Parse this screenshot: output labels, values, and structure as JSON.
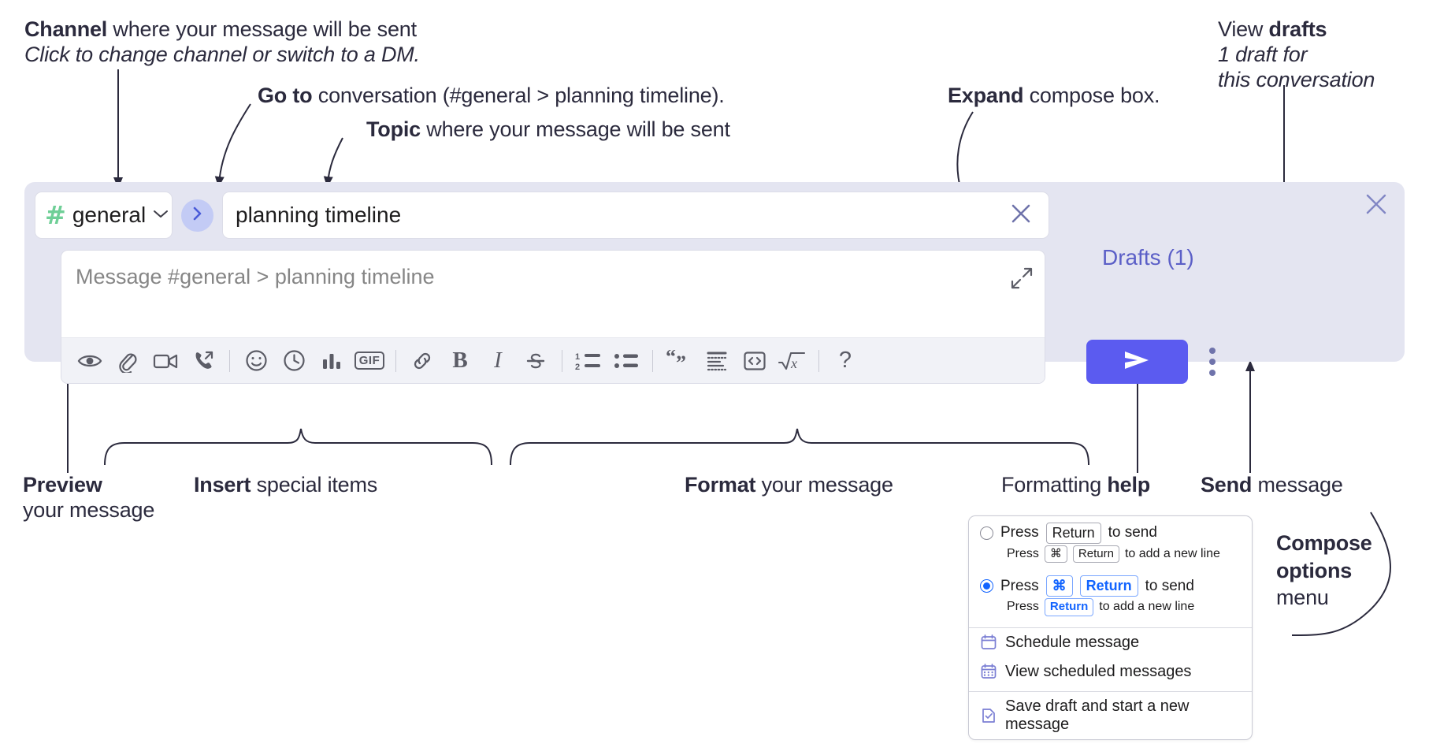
{
  "annotations": {
    "channel": {
      "bold": "Channel",
      "rest": " where your message will be sent",
      "italic": "Click to change channel or switch to a DM."
    },
    "goto": {
      "bold": "Go to",
      "rest": " conversation (#general > planning timeline)."
    },
    "topic": {
      "bold": "Topic",
      "rest": " where your message will be sent"
    },
    "expand": {
      "bold": "Expand",
      "rest": " compose box."
    },
    "drafts": {
      "rest": "View ",
      "bold": "drafts",
      "italic1": "1 draft for",
      "italic2": "this conversation"
    },
    "preview": {
      "bold": "Preview",
      "line2": "your message"
    },
    "insert": {
      "bold": "Insert",
      "rest": " special items"
    },
    "format": {
      "bold": "Format",
      "rest": " your message"
    },
    "help": {
      "rest": "Formatting ",
      "bold": "help"
    },
    "send": {
      "bold": "Send",
      "rest": " message"
    },
    "compose_options": {
      "bold1": "Compose",
      "bold2": "options",
      "line3": "menu"
    }
  },
  "compose": {
    "channel": {
      "hash": "#",
      "name": "general",
      "chevron_icon": "chevron-down-icon"
    },
    "goto_button": {
      "icon": "chevron-right-icon"
    },
    "topic": {
      "value": "planning timeline",
      "clear_icon": "close-icon"
    },
    "message": {
      "placeholder": "Message #general > planning timeline",
      "value": "",
      "expand_icon": "expand-icon"
    },
    "close_icon": "close-icon",
    "drafts_label": "Drafts (1)",
    "send_icon": "send-icon",
    "kebab_icon": "more-options-icon",
    "toolbar": [
      {
        "name": "preview-button",
        "icon": "eye-icon"
      },
      {
        "name": "attach-file-button",
        "icon": "paperclip-icon"
      },
      {
        "name": "record-video-button",
        "icon": "video-camera-icon"
      },
      {
        "name": "record-audio-button",
        "icon": "phone-arrow-icon"
      },
      {
        "name": "separator-1",
        "icon": "separator"
      },
      {
        "name": "emoji-button",
        "icon": "emoji-smiley-icon"
      },
      {
        "name": "mention-time-button",
        "icon": "clock-icon"
      },
      {
        "name": "poll-button",
        "icon": "bar-chart-icon"
      },
      {
        "name": "gif-button",
        "icon": "gif-icon",
        "label": "GIF"
      },
      {
        "name": "separator-2",
        "icon": "separator"
      },
      {
        "name": "link-button",
        "icon": "link-icon"
      },
      {
        "name": "bold-button",
        "icon": "bold-icon",
        "label": "B"
      },
      {
        "name": "italic-button",
        "icon": "italic-icon",
        "label": "I"
      },
      {
        "name": "strikethrough-button",
        "icon": "strikethrough-icon"
      },
      {
        "name": "separator-3",
        "icon": "separator"
      },
      {
        "name": "ordered-list-button",
        "icon": "ordered-list-icon"
      },
      {
        "name": "bulleted-list-button",
        "icon": "bulleted-list-icon"
      },
      {
        "name": "separator-4",
        "icon": "separator"
      },
      {
        "name": "blockquote-button",
        "icon": "quote-icon"
      },
      {
        "name": "code-block-button",
        "icon": "code-block-icon"
      },
      {
        "name": "inline-code-button",
        "icon": "angle-brackets-icon"
      },
      {
        "name": "math-button",
        "icon": "square-root-x-icon"
      },
      {
        "name": "separator-5",
        "icon": "separator"
      },
      {
        "name": "formatting-help-button",
        "icon": "question-mark-icon",
        "label": "?"
      }
    ]
  },
  "options_menu": {
    "option_enter": {
      "selected": false,
      "press": "Press",
      "key": "Return",
      "to_send": "to send",
      "sub_press": "Press",
      "sub_key1": "⌘",
      "sub_key2": "Return",
      "sub_rest": "to add a new line"
    },
    "option_cmd_enter": {
      "selected": true,
      "press": "Press",
      "key1": "⌘",
      "key2": "Return",
      "to_send": "to send",
      "sub_press": "Press",
      "sub_key": "Return",
      "sub_rest": "to add a new line"
    },
    "items": [
      {
        "label": "Schedule message",
        "icon": "calendar-icon"
      },
      {
        "label": "View scheduled messages",
        "icon": "calendar-grid-icon"
      },
      {
        "label": "Save draft and start a new message",
        "icon": "document-check-icon"
      }
    ]
  },
  "colors": {
    "compose_bg": "#e4e5f1",
    "send_button": "#5b5bf0",
    "drafts_text": "#5b5fc7",
    "hash_green": "#6fcf97",
    "goto_circle": "#c3cbf5",
    "key_blue": "#1264ff",
    "annotation_text": "#2b2a3d"
  }
}
